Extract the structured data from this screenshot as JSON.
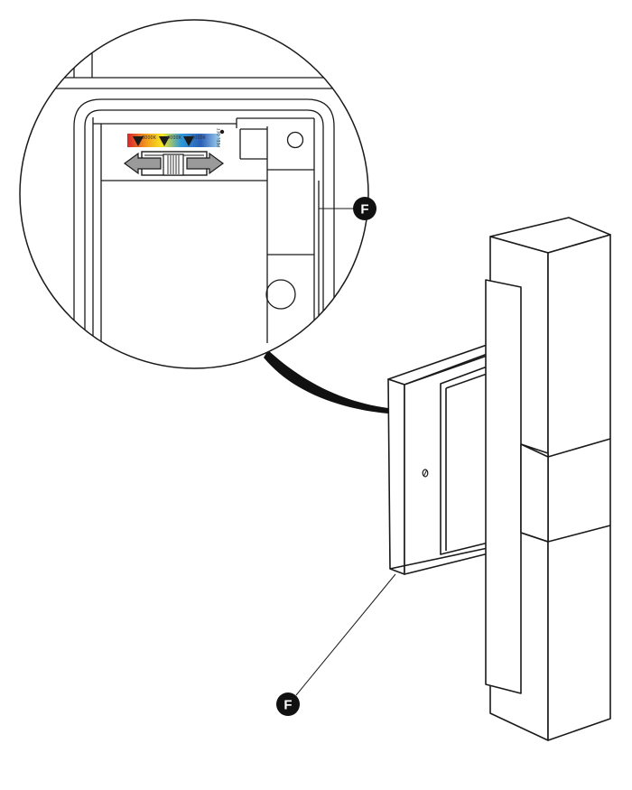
{
  "callouts": [
    {
      "id": "callout-upper",
      "letter": "F"
    },
    {
      "id": "callout-lower",
      "letter": "F"
    }
  ],
  "cct_switch": {
    "temperatures": [
      "3000K",
      "4000K",
      "5000K"
    ],
    "peel_label": "PEEL OFF",
    "gradient_colors": [
      "#d8262b",
      "#f4a21d",
      "#f5e51e",
      "#2f9ad8",
      "#2d5fb7",
      "#9fd0ef"
    ]
  },
  "colors": {
    "line": "#1a1a1a",
    "callout_fill": "#111111",
    "arrow_fill": "#9a9a9a"
  }
}
